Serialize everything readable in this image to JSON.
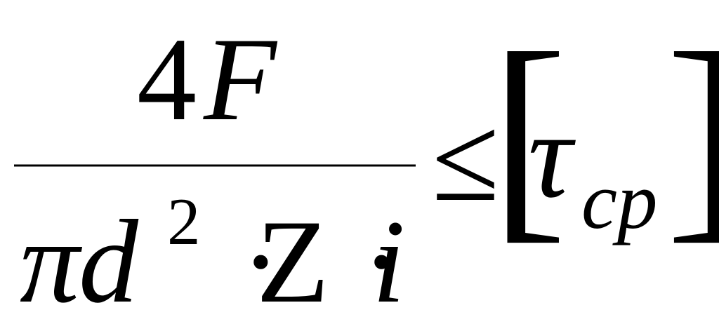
{
  "formula": {
    "numerator": {
      "coefficient": "4",
      "variable": "F"
    },
    "denominator": {
      "pi": "π",
      "d": "d",
      "exponent": "2",
      "dot_1": "·",
      "Z": "Z",
      "dot_2": "·",
      "i": "i"
    },
    "relation": "≤",
    "rhs": {
      "left_bracket": "[",
      "tau": "τ",
      "subscript": "cp",
      "right_bracket": "]"
    }
  },
  "colors": {
    "ink": "#000000",
    "background": "#ffffff"
  }
}
